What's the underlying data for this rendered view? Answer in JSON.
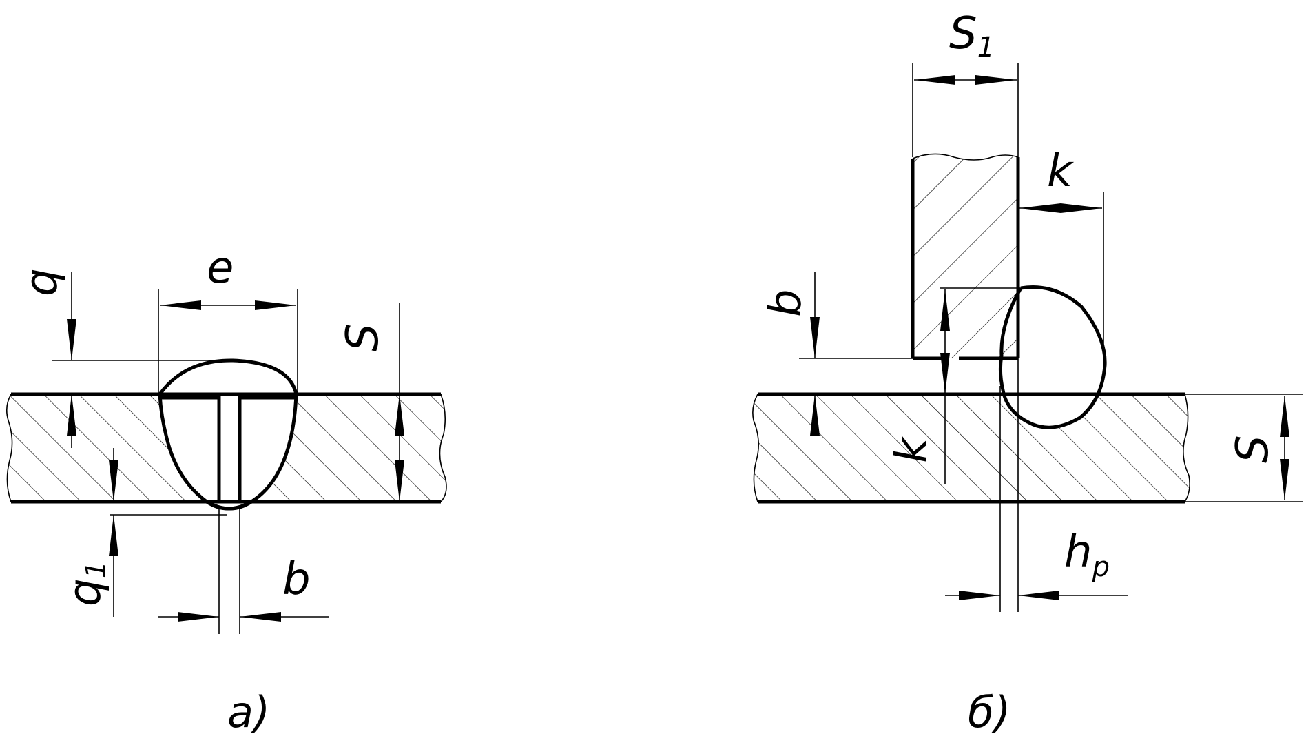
{
  "diagram_a": {
    "labels": {
      "e": "e",
      "q": "q",
      "S": "S",
      "q1_main": "q",
      "q1_sub": "1",
      "b": "b"
    },
    "caption": "а)"
  },
  "diagram_b": {
    "labels": {
      "S1_main": "S",
      "S1_sub": "1",
      "k_top": "k",
      "b": "b",
      "k_vertical": "k",
      "S": "S",
      "hp_main": "h",
      "hp_sub": "p"
    },
    "caption": "б)"
  },
  "colors": {
    "ink": "#000000",
    "background": "#ffffff"
  }
}
